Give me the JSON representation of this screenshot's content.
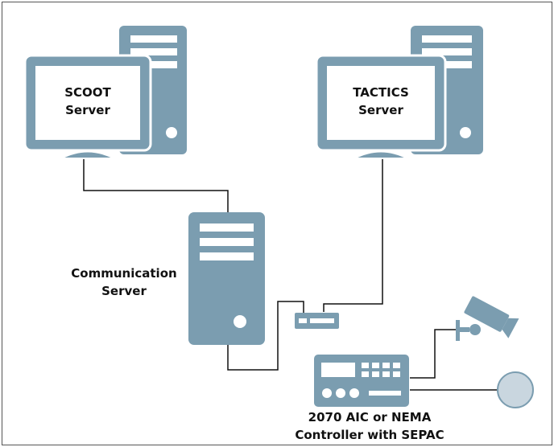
{
  "colors": {
    "device": "#7b9db0",
    "device_light": "#c9d6df",
    "screen": "#ffffff",
    "line": "#111111",
    "background": "#ffffff"
  },
  "nodes": {
    "scoot_server": {
      "line1": "SCOOT",
      "line2": "Server",
      "icon": "desktop-computer-icon"
    },
    "tactics_server": {
      "line1": "TACTICS",
      "line2": "Server",
      "icon": "desktop-computer-icon"
    },
    "communication_server": {
      "line1": "Communication",
      "line2": "Server",
      "icon": "tower-server-icon"
    },
    "switch": {
      "icon": "network-switch-icon"
    },
    "controller": {
      "line1": "2070 AIC or NEMA",
      "line2": "Controller with SEPAC",
      "icon": "traffic-controller-icon"
    },
    "camera": {
      "icon": "cctv-camera-icon"
    },
    "detector": {
      "icon": "loop-detector-icon"
    }
  }
}
